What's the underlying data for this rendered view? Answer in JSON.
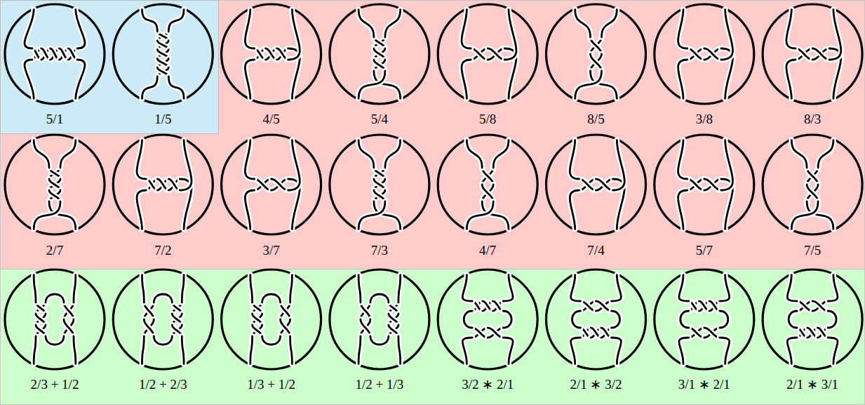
{
  "diagram": {
    "labels": [
      "5/1",
      "1/5",
      "4/5",
      "5/4",
      "5/8",
      "8/5",
      "3/8",
      "8/3",
      "2/7",
      "7/2",
      "3/7",
      "7/3",
      "4/7",
      "7/4",
      "5/7",
      "7/5",
      "2/3 + 1/2",
      "1/2 + 2/3",
      "1/3 + 1/2",
      "1/2 + 1/3",
      "3/2 ∗ 2/1",
      "2/1 ∗ 3/2",
      "3/1 ∗ 2/1",
      "2/1 ∗ 3/1"
    ]
  }
}
